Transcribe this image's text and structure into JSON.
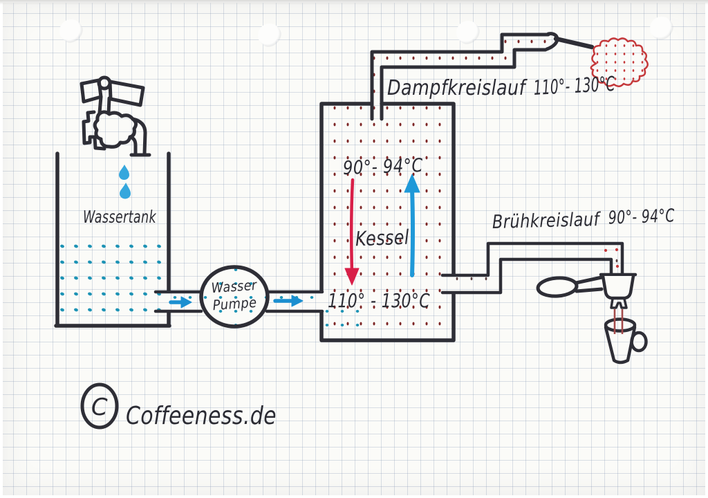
{
  "tank": {
    "label": "Wassertank"
  },
  "pump": {
    "line1": "Wasser",
    "line2": "Pumpe"
  },
  "boiler": {
    "label": "Kessel",
    "water_temp": "90°- 94°C",
    "steam_temp": "110° - 130°C"
  },
  "steam": {
    "label": "Dampfkreislauf",
    "temp": "110°- 130°C"
  },
  "brew": {
    "label": "Brühkreislauf",
    "temp": "90°- 94°C"
  },
  "watermark": {
    "symbol": "C",
    "site": "Coffeeness.de"
  },
  "colors": {
    "ink": "#2e2e36",
    "water_teal": "#1d93b5",
    "drop_blue": "#35a7dd",
    "flow_arrow_blue": "#1b8fd0",
    "hot_water_red": "#d81f48",
    "steam_arrow_blue": "#1f99d8",
    "steam_dot_maroon": "#7d2626",
    "pipe_dot_dark": "#5a4040",
    "cloud_red": "#c5393b",
    "coffee_red": "#a34a4a",
    "paper": "#fbfbf8",
    "grid_line": "#ccd2da"
  }
}
